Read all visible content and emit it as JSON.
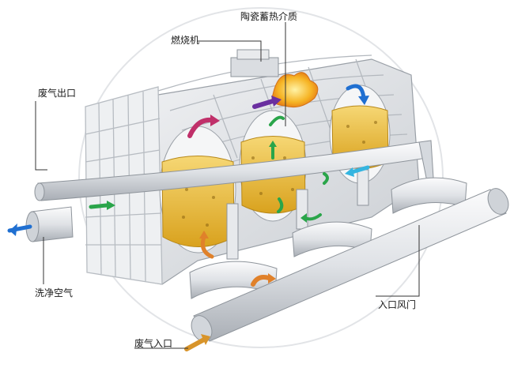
{
  "labels": {
    "ceramic_media": "陶瓷蓄热介质",
    "burner": "燃烧机",
    "exhaust_outlet": "废气出口",
    "purge_air": "洗净空气",
    "inlet_damper": "入口风门",
    "exhaust_inlet": "废气入口"
  },
  "colors": {
    "flow_green": "#2aa54a",
    "flow_blue": "#1f6fd1",
    "flow_cyan": "#35b5e0",
    "flow_orange": "#e0812a",
    "flow_magenta": "#c0306a",
    "flow_purple": "#6a2fa0",
    "flame": "#f2a21c",
    "ceramic_bed": "#e8b935",
    "shell": "#e4e7ea"
  }
}
